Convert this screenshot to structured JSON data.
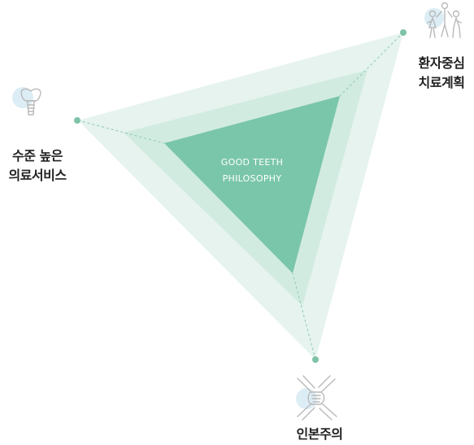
{
  "center": {
    "line1": "GOOD TEETH",
    "line2": "PHILOSOPHY"
  },
  "nodes": {
    "left": {
      "line1": "수준 높은",
      "line2": "의료서비스",
      "icon": "dental-implant-icon"
    },
    "right": {
      "line1": "환자중심",
      "line2": "치료계획",
      "icon": "people-group-icon"
    },
    "bottom": {
      "line1": "인본주의",
      "icon": "joined-hands-icon"
    }
  },
  "colors": {
    "outer": "#e6f3ee",
    "middle": "#d2ebe1",
    "inner": "#7ac6ab",
    "dot": "#7ec3a8",
    "icon_line": "#b9b9b9",
    "icon_blob": "#dcedf5"
  }
}
